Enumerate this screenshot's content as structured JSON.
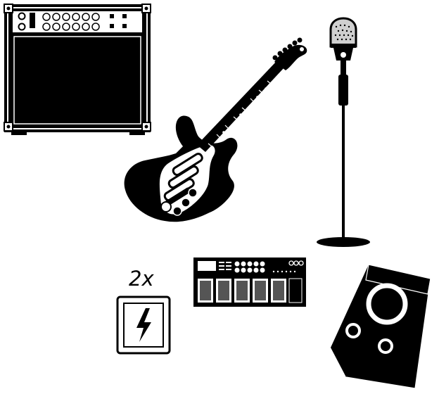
{
  "stage_plot": {
    "colors": {
      "ink": "#000000",
      "paper": "#ffffff",
      "grille": "#cfcfcf"
    },
    "items": [
      {
        "id": "amplifier",
        "icon": "guitar-amp-icon"
      },
      {
        "id": "guitar",
        "icon": "electric-guitar-icon"
      },
      {
        "id": "microphone",
        "icon": "microphone-stand-icon"
      },
      {
        "id": "power",
        "icon": "power-outlet-icon",
        "count_label": "2x"
      },
      {
        "id": "pedalboard",
        "icon": "pedalboard-icon"
      },
      {
        "id": "monitor",
        "icon": "stage-monitor-icon"
      }
    ]
  }
}
